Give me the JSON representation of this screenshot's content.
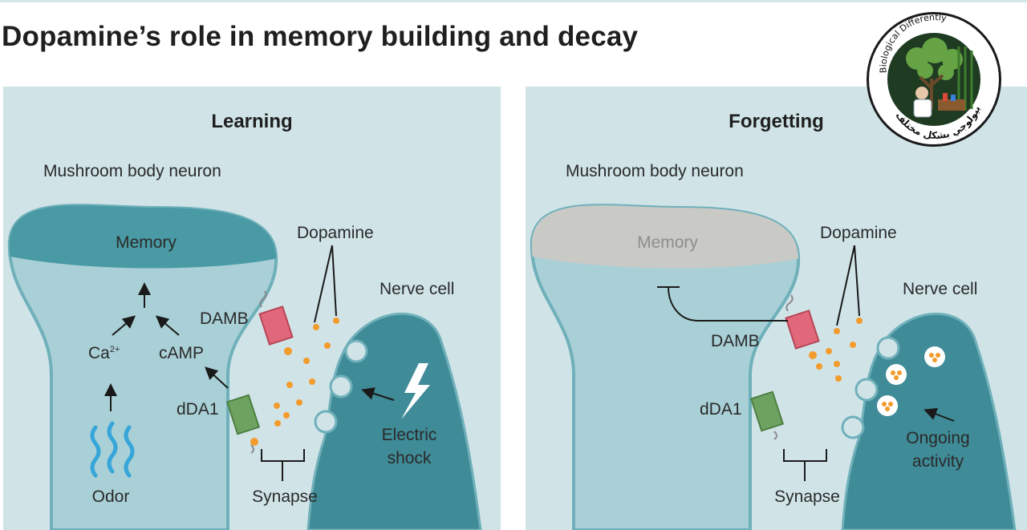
{
  "title": "Dopamine’s role in memory building and decay",
  "logo": {
    "top_text": "Biological Differently",
    "bottom_text": "بيولوجي بشكل مختلف"
  },
  "learning": {
    "heading": "Learning",
    "neuron_label": "Mushroom body neuron",
    "memory": "Memory",
    "dopamine": "Dopamine",
    "nerve_cell": "Nerve cell",
    "damb": "DAMB",
    "ca_base": "Ca",
    "ca_sup": "2+",
    "camp": "cAMP",
    "dda1": "dDA1",
    "electric_line1": "Electric",
    "electric_line2": "shock",
    "odor": "Odor",
    "synapse": "Synapse"
  },
  "forgetting": {
    "heading": "Forgetting",
    "neuron_label": "Mushroom body neuron",
    "memory": "Memory",
    "dopamine": "Dopamine",
    "nerve_cell": "Nerve cell",
    "damb": "DAMB",
    "dda1": "dDA1",
    "ongoing_line1": "Ongoing",
    "ongoing_line2": "activity",
    "synapse": "Synapse"
  },
  "colors": {
    "panel_bg": "#d0e4e8",
    "neuron_fill": "#a9d0d6",
    "neuron_stroke": "#6fb0ba",
    "memory_active": "#4a9aa5",
    "memory_faded": "#c9c9c6",
    "nerve_cell": "#3f8b97",
    "dopamine_dot": "#f39b2c",
    "damb_receptor": "#e0687a",
    "dda1_receptor": "#6ea260",
    "odor_waves": "#36a6d9"
  }
}
